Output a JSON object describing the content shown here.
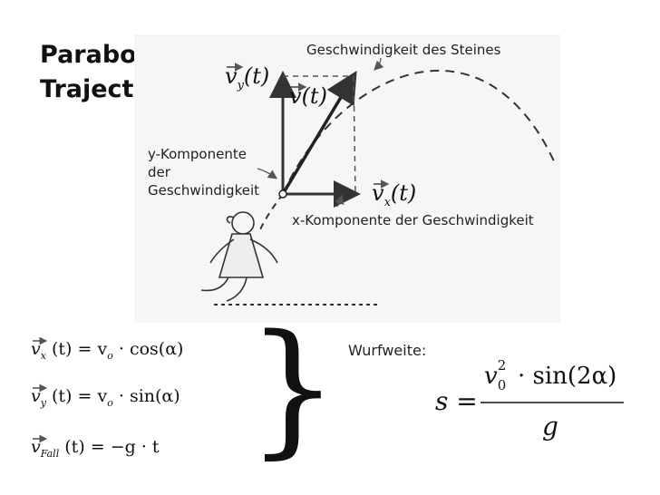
{
  "title": "Parabolic Trajectory",
  "title_line1": "Parabolic",
  "title_line2": "Trajectory",
  "figure": {
    "label_velocity": "Geschwindigkeit des Steines",
    "label_y_line1": "y-Komponente",
    "label_y_line2": "der",
    "label_y_line3": "Geschwindigkeit",
    "label_x": "x-Komponente der Geschwindigkeit",
    "vec_vy": "v",
    "vec_vy_sub": "y",
    "vec_v": "v",
    "vec_vx": "v",
    "vec_vx_sub": "x",
    "arg_t": "(t)"
  },
  "equations": {
    "eq1": {
      "lhs": "v",
      "sub": "x",
      "rest": "(t) = v",
      "sub2": "o",
      "tail": "· cos(α)"
    },
    "eq2": {
      "lhs": "v",
      "sub": "y",
      "rest": "(t) = v",
      "sub2": "o",
      "tail": "· sin(α)"
    },
    "eq3": {
      "lhs": "v",
      "sub": "Fall",
      "rest": "(t) = −g · t"
    }
  },
  "brace": "}",
  "wurfweite_label": "Wurfweite:",
  "formula": {
    "lhs": "s =",
    "numerator_v": "v",
    "numerator_sup": "2",
    "numerator_sub": "0",
    "numerator_rest": "· sin(2α)",
    "denominator": "g"
  }
}
